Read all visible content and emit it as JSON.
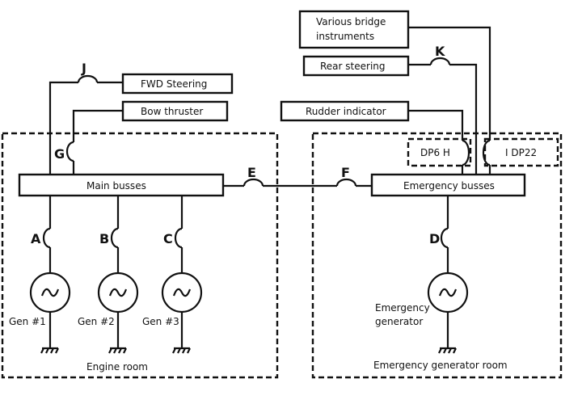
{
  "diagram": {
    "loads": {
      "various_bridge_line1": "Various bridge",
      "various_bridge_line2": "instruments",
      "rear_steering": "Rear steering",
      "rudder_indicator": "Rudder indicator",
      "fwd_steering": "FWD Steering",
      "bow_thruster": "Bow thruster"
    },
    "busses": {
      "main": "Main busses",
      "emergency": "Emergency busses"
    },
    "panels": {
      "dp6h": "DP6 H",
      "dp22": "I DP22"
    },
    "breakers": {
      "A": "A",
      "B": "B",
      "C": "C",
      "D": "D",
      "E": "E",
      "F": "F",
      "G": "G",
      "J": "J",
      "K": "K"
    },
    "generators": {
      "gen1": "Gen #1",
      "gen2": "Gen #2",
      "gen3": "Gen #3",
      "emergency_line1": "Emergency",
      "emergency_line2": "generator"
    },
    "rooms": {
      "engine_room": "Engine room",
      "emergency_room": "Emergency generator room"
    }
  }
}
